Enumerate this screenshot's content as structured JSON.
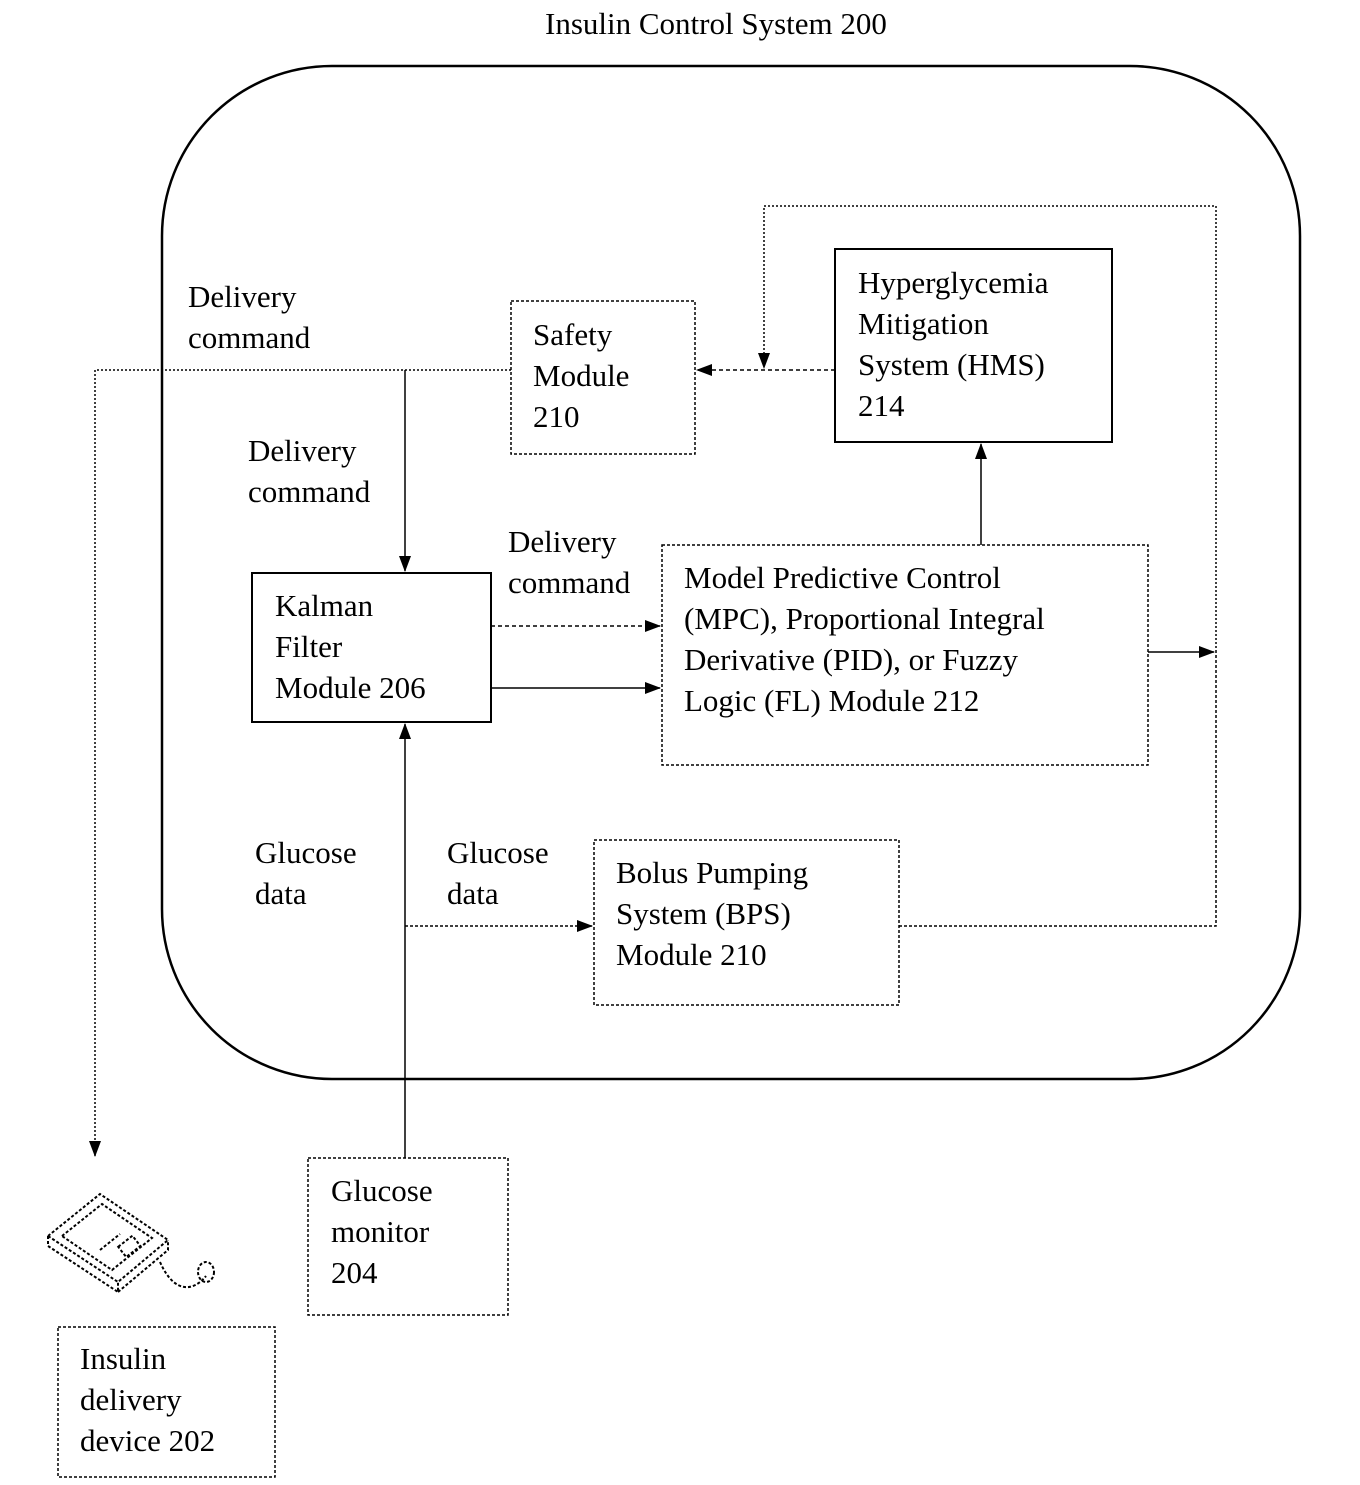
{
  "title": "Insulin Control System 200",
  "blocks": {
    "safety": "Safety\nModule\n210",
    "hms": "Hyperglycemia\nMitigation\nSystem (HMS)\n214",
    "kalman": "Kalman\nFilter\nModule 206",
    "mpc": "Model Predictive Control\n(MPC), Proportional Integral\nDerivative (PID), or Fuzzy\nLogic (FL) Module 212",
    "bps": "Bolus Pumping\nSystem (BPS)\nModule 210",
    "glucose_monitor": "Glucose\nmonitor\n204",
    "insulin_device": "Insulin\ndelivery\ndevice 202"
  },
  "edge_labels": {
    "delivery_command_outer": "Delivery\ncommand",
    "delivery_command_kalman": "Delivery\ncommand",
    "delivery_command_mpc": "Delivery\ncommand",
    "glucose_data_left": "Glucose\ndata",
    "glucose_data_right": "Glucose\ndata"
  },
  "icons": {
    "insulin_pump": "insulin-pump-icon"
  }
}
